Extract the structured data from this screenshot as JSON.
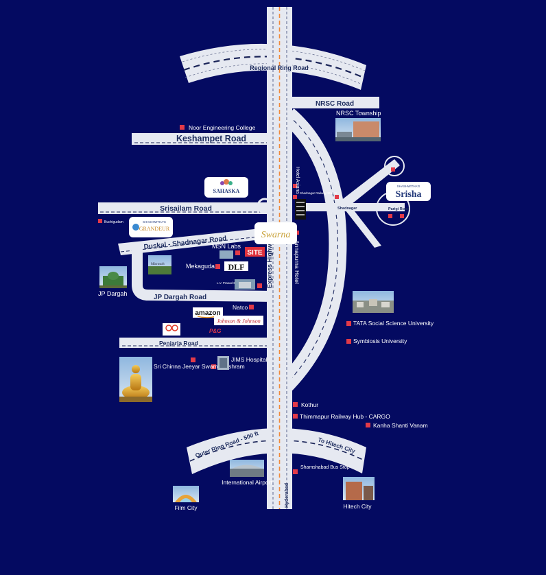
{
  "roads": {
    "regional_ring": "Regional Ring Road",
    "nrsc": "NRSC Road",
    "keshampet": "Keshampet Road",
    "srisailam": "Srisailam Road",
    "duskal": "Duskal - Shadnagar Road",
    "jp_dargah": "JP Dargah Road",
    "penjarla": "Penjarla Road",
    "express": "Express Highway",
    "annapurna": "Annapurna Hotel",
    "outer_ring": "Outer Ring Road - 500 ft",
    "to_hitech": "To Hitech City",
    "hyderabad": "Hyderabad",
    "shadnagar": "Shadnagar",
    "parigi": "Parigi Road"
  },
  "places": {
    "nrsc_township": "NRSC Township",
    "noor_college": "Noor Engineering College",
    "hotel_asiana": "Hotel Asiana",
    "shadnagar_station": "Shadnagar Railway Station",
    "site": "SITE",
    "msn_labs": "MSN Labs",
    "mekaguda": "Mekaguda",
    "dlf": "DLF",
    "lv_prasad": "L.V. Prasad Eye Care",
    "natco": "Natco",
    "jp_dargah": "JP Dargah",
    "buchigudam": "Buchigudam",
    "amazon": "amazon",
    "jnj": "Johnson & Johnson",
    "pg": "P&G",
    "microsoft": "Microsoft",
    "chinna_jeeyar": "Sri Chinna Jeeyar Swamyji Ashram",
    "jims": "JIMS Hospital",
    "tata": "TATA Social Science University",
    "symbiosis": "Symbiosis University",
    "kothur": "Kothur",
    "thimmapur": "Thimmapur Railway Hub - CARGO",
    "kanha": "Kanha Shanti Vanam",
    "shamshabad": "Shamshabad Bus Stop",
    "airport": "International Airport",
    "film_city": "Film City",
    "hitech_city": "Hitech City"
  },
  "projects": {
    "sahaska": "SAHASKA",
    "grandeur": "GRANDEUR",
    "swarna": "Swarna",
    "srisha": "Srisha",
    "brand": "SHASHWITHA'S"
  },
  "colors": {
    "background": "#040a61",
    "road": "#e6e9f1",
    "marker": "#e23a48",
    "site": "#e0303c"
  }
}
